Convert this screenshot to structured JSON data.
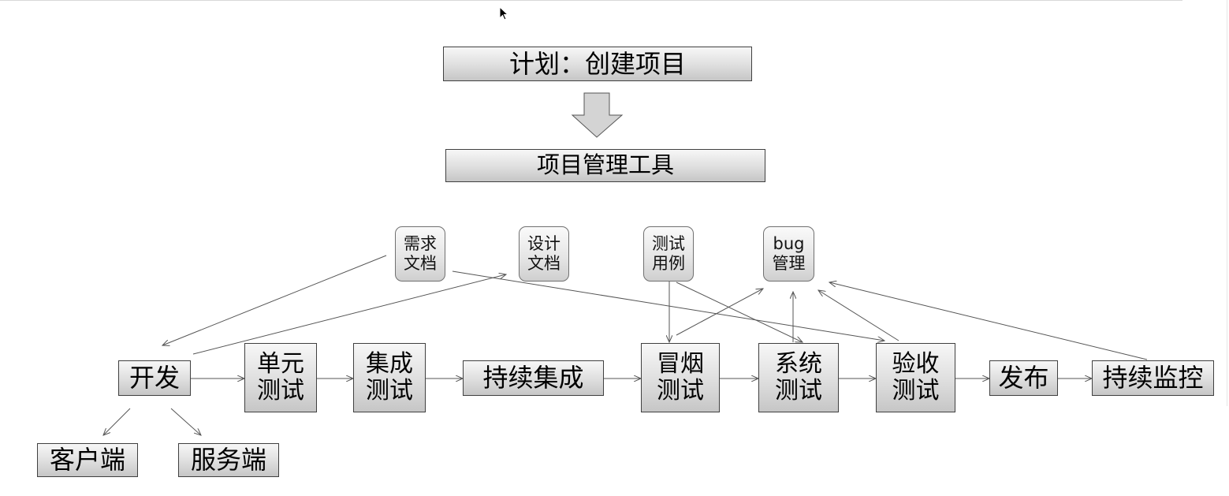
{
  "diagram": {
    "plan": "计划：创建项目",
    "tools": "项目管理工具",
    "docs": {
      "requirements": "需求\n文档",
      "design": "设计\n文档",
      "test_cases": "测试\n用例",
      "bug": "bug\n管理"
    },
    "flow": {
      "develop": "开发",
      "unit_test": "单元\n测试",
      "integration_test": "集成\n测试",
      "continuous_integration": "持续集成",
      "smoke_test": "冒烟\n测试",
      "system_test": "系统\n测试",
      "acceptance_test": "验收\n测试",
      "release": "发布",
      "monitoring": "持续监控"
    },
    "clients": {
      "client": "客户端",
      "server": "服务端"
    }
  }
}
